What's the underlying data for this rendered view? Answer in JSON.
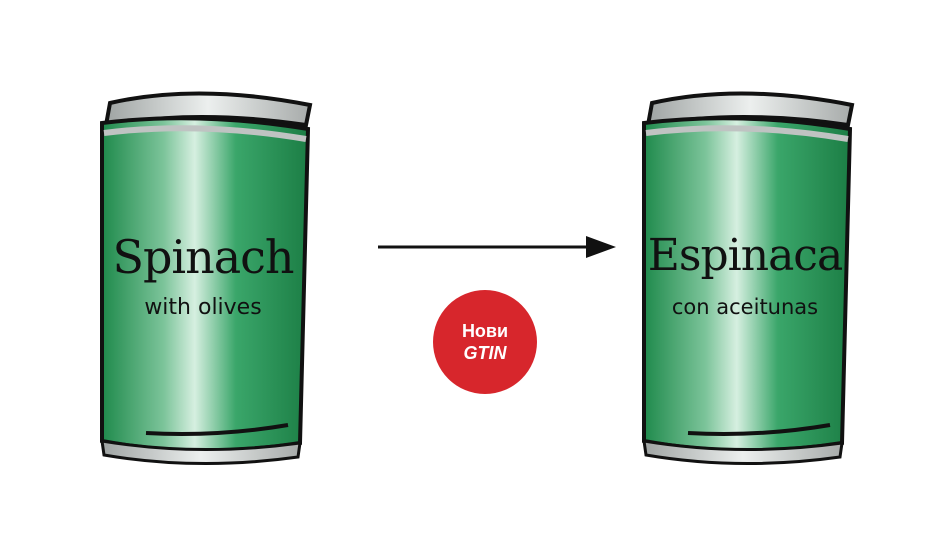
{
  "cans": {
    "left": {
      "title": "Spinach",
      "subtitle": "with olives"
    },
    "right": {
      "title": "Espinaca",
      "subtitle": "con aceitunas"
    }
  },
  "badge": {
    "line1": "Нови",
    "line2": "GTIN",
    "color": "#d7262c"
  },
  "colors": {
    "can_green": "#2e9c5b",
    "can_highlight": "#d6efe0",
    "rim": "#bfc3c2"
  },
  "icons": {
    "arrow": "right-arrow-icon"
  }
}
